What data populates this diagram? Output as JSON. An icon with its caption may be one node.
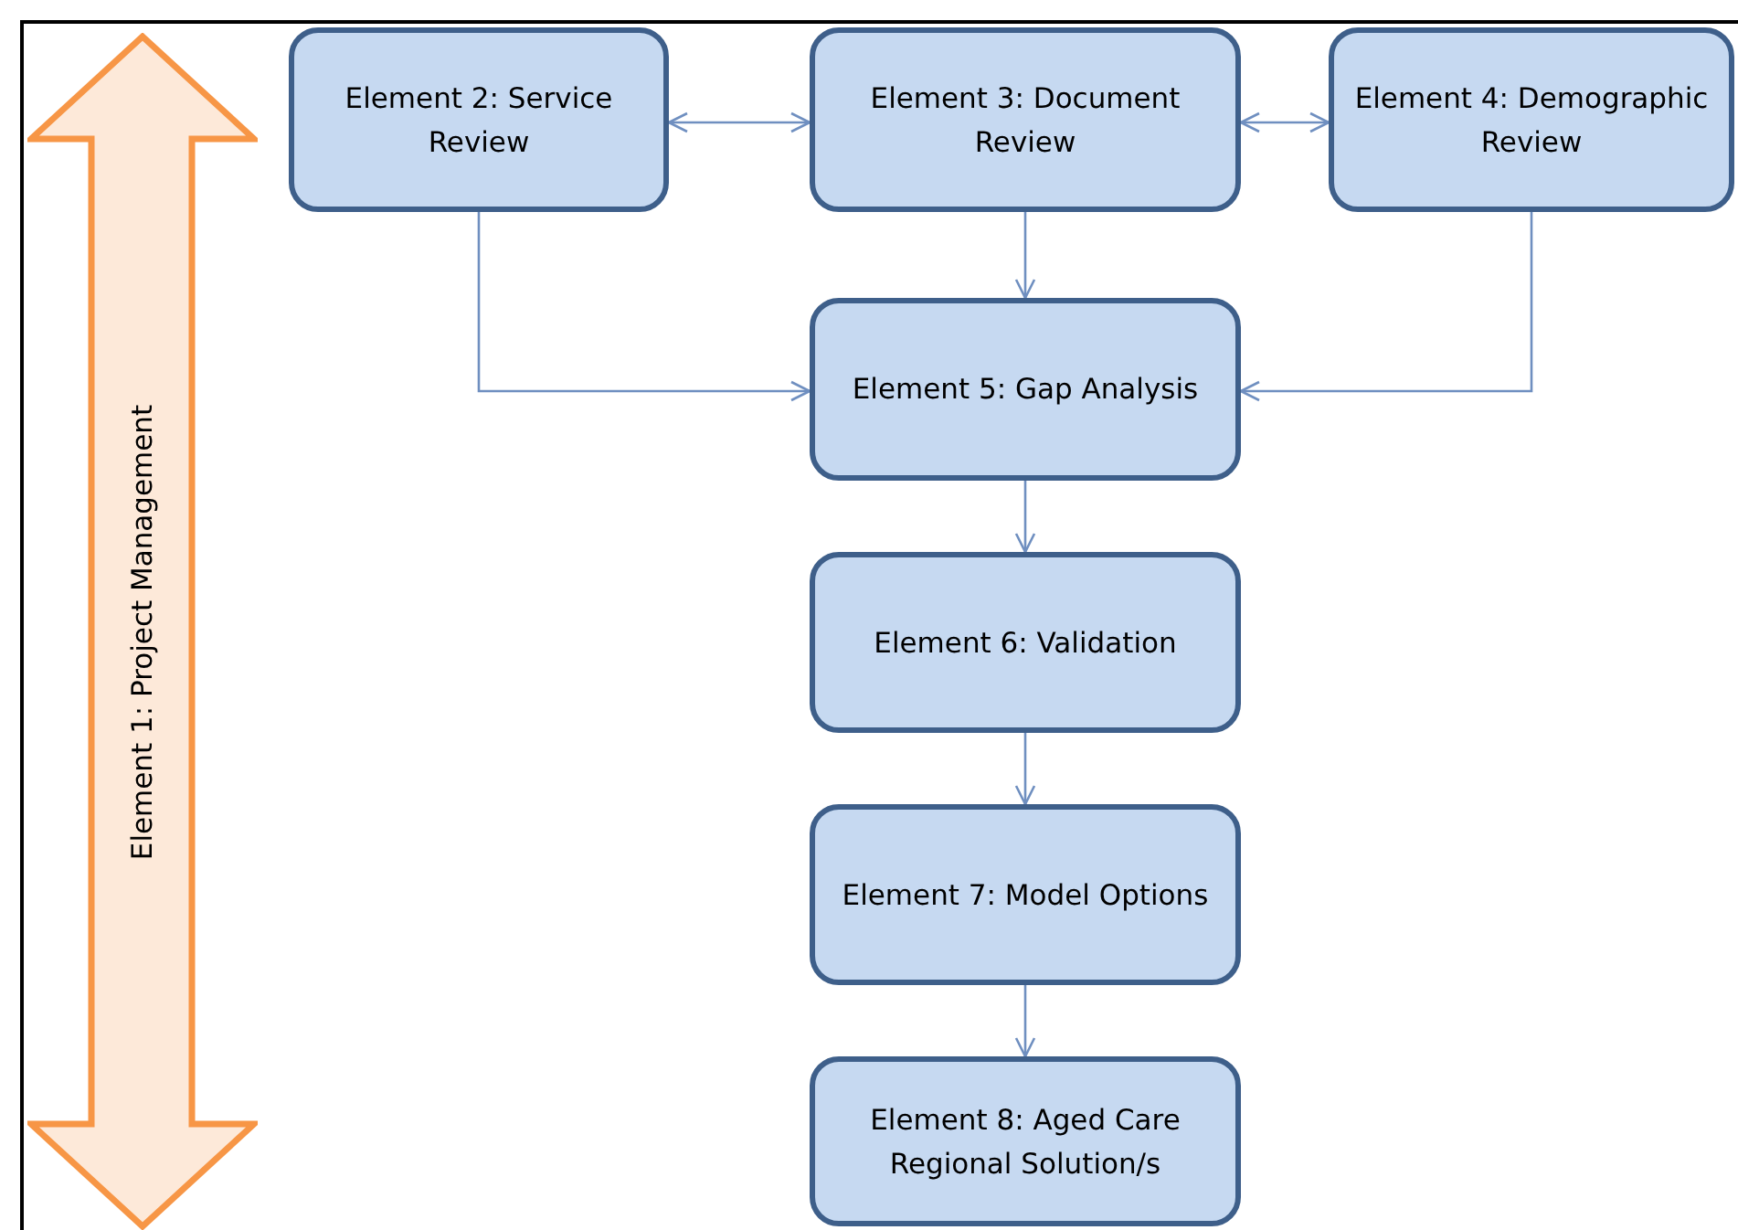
{
  "diagram": {
    "nodes": [
      {
        "text": [
          "Element 1: Project Management"
        ]
      },
      {
        "text": [
          "Element 2: Service Review"
        ]
      },
      {
        "text": [
          "Element 3: Document Review"
        ]
      },
      {
        "text": [
          "Element 4: Demographic Review"
        ]
      },
      {
        "text": [
          "Element 5: Gap Analysis"
        ]
      },
      {
        "text": [
          "Element 6: Validation"
        ]
      },
      {
        "text": [
          "Element 7: Model Options"
        ]
      },
      {
        "text": [
          "Element 8: Aged Care Regional Solution/s"
        ]
      }
    ],
    "edges": [
      {
        "from": 1,
        "to": 2,
        "arrow": "both"
      },
      {
        "from": 2,
        "to": 3,
        "arrow": "both"
      },
      {
        "from": 2,
        "to": 4,
        "arrow": "to"
      },
      {
        "from": 1,
        "to": 4,
        "arrow": "to"
      },
      {
        "from": 3,
        "to": 4,
        "arrow": "to"
      },
      {
        "from": 4,
        "to": 5,
        "arrow": "to"
      },
      {
        "from": 5,
        "to": 6,
        "arrow": "to"
      },
      {
        "from": 6,
        "to": 7,
        "arrow": "to"
      }
    ]
  }
}
